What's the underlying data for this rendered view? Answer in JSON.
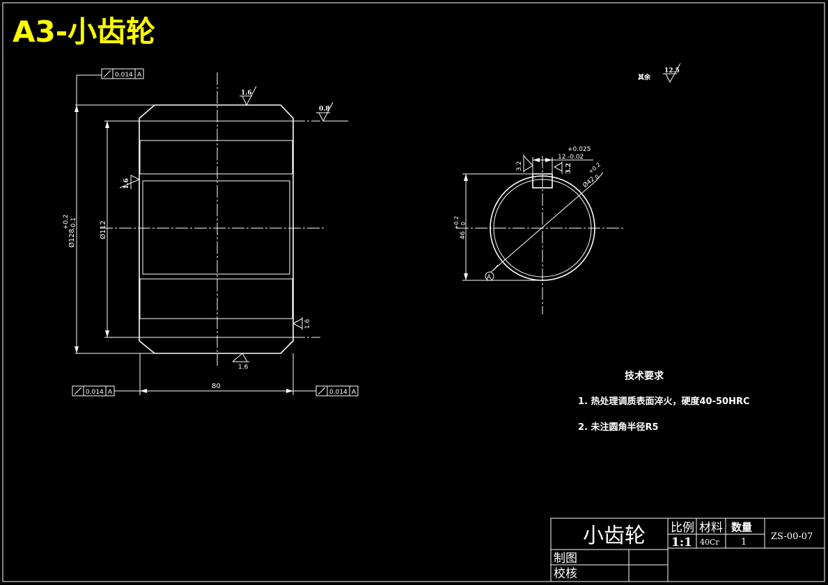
{
  "sheet": {
    "title": "A3-小齿轮",
    "title_color": "#ffff00",
    "background": "#000000",
    "line_color": "#ffffff"
  },
  "section_view": {
    "tolerance_frames": [
      {
        "value": "0.014",
        "datum": "A"
      },
      {
        "value": "0.014",
        "datum": "A"
      },
      {
        "value": "0.014",
        "datum": "A"
      }
    ],
    "roughness": [
      "1.6",
      "0.8",
      "1.6",
      "1.6",
      "1.6"
    ],
    "dims": {
      "outer_dia": "Ø128",
      "outer_tol_upper": "+0.2",
      "outer_tol_lower": "-0.1",
      "inner_dia": "Ø112",
      "width": "80"
    }
  },
  "end_view": {
    "keyway_width": "12",
    "keyway_tol_upper": "+0.025",
    "keyway_tol_lower": "-0.02",
    "roughness_left": "3.2",
    "roughness_right": "3.2",
    "bore_dia": "Ø42",
    "bore_tol_upper": "+0.2",
    "bore_tol_lower": "0",
    "key_height": "46",
    "key_height_tol_upper": "+0.2",
    "key_height_tol_lower": "0",
    "datum": "A"
  },
  "other_roughness": {
    "label": "其余",
    "value": "12.5"
  },
  "tech_requirements": {
    "heading": "技术要求",
    "items": [
      "1. 热处理调质表面淬火，硬度40-50HRC",
      "2. 未注圆角半径R5"
    ]
  },
  "title_block": {
    "part_name": "小齿轮",
    "scale_label": "比例",
    "material_label": "材料",
    "quantity_label": "数量",
    "scale": "1:1",
    "material": "40Cr",
    "quantity": "1",
    "drawing_no": "ZS-00-07",
    "drawn_by": "制图",
    "checked_by": "校核"
  }
}
